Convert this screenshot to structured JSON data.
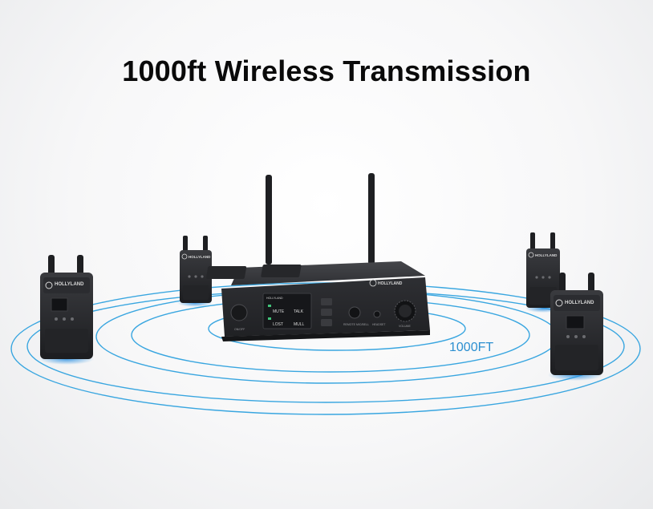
{
  "headline": "1000ft Wireless Transmission",
  "range_label": "1000FT",
  "base_station": {
    "brand": "HOLLYLAND",
    "buttons": {
      "mute": "MUTE",
      "talk": "TALK",
      "lost": "LOST",
      "mull": "MULL"
    },
    "ports": {
      "on_off": "ON/OFF",
      "remote": "REMOTE MIC/BELL",
      "headset": "HEADSET",
      "volume": "VOLUME"
    }
  },
  "beltpack_brand": "HOLLYLAND",
  "colors": {
    "ring": "#39a6e0",
    "device": "#2a2b2e",
    "device_dark": "#1b1c1e",
    "accent": "#2f86c6"
  }
}
